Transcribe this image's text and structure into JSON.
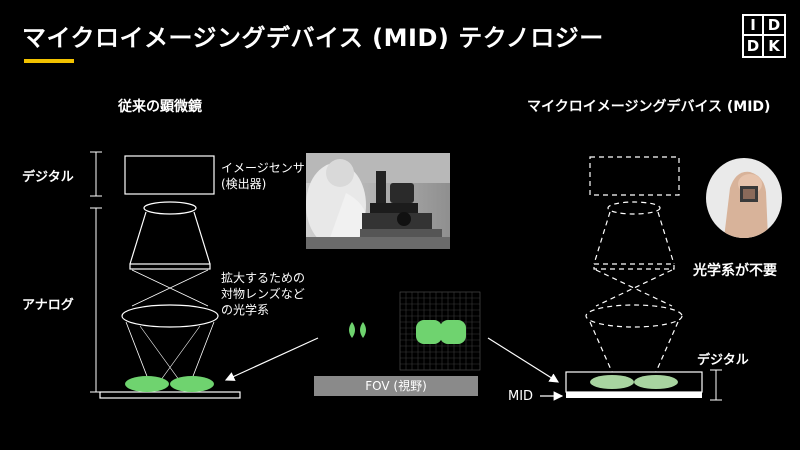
{
  "title": "マイクロイメージングデバイス (MID) テクノロジー",
  "logo": {
    "letters": [
      "I",
      "D",
      "D",
      "K"
    ]
  },
  "left": {
    "header": "従来の顕微鏡",
    "label_digital": "デジタル",
    "label_analog": "アナログ",
    "sensor_note": [
      "イメージセンサ",
      "(検出器)"
    ],
    "optics_note": [
      "拡大するための",
      "対物レンズなど",
      "の光学系"
    ]
  },
  "center": {
    "fov_label": "FOV (視野)"
  },
  "right": {
    "header": "マイクロイメージングデバイス (MID)",
    "no_optics": "光学系が不要",
    "label_digital": "デジタル",
    "mid_label": "MID"
  },
  "colors": {
    "accent": "#f2c200",
    "cell_green": "#6fd36f",
    "cell_pale": "#a8d4a0",
    "fov_bar": "#8a8a8a"
  },
  "icons": [
    "photo-microscope",
    "hand-chip-photo",
    "arrow-right"
  ]
}
